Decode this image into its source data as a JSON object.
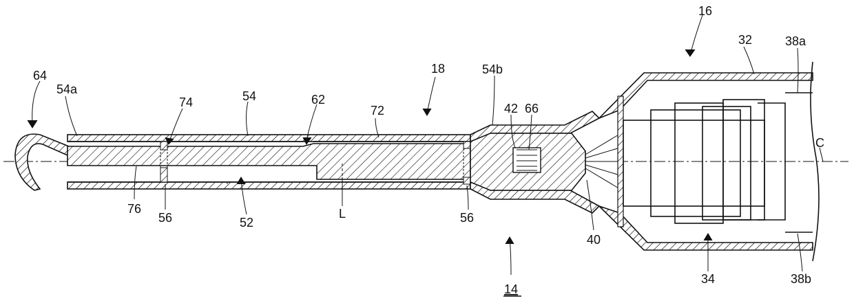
{
  "labels": {
    "l64": "64",
    "l54a": "54a",
    "l74": "74",
    "l54": "54",
    "l62": "62",
    "l18": "18",
    "l72": "72",
    "l54b": "54b",
    "l42": "42",
    "l66": "66",
    "l16": "16",
    "l32": "32",
    "l38a": "38a",
    "lC": "C",
    "l76": "76",
    "l56a": "56",
    "l52": "52",
    "lL": "L",
    "l56b": "56",
    "l14": "14",
    "l40": "40",
    "l34": "34",
    "l38b": "38b"
  }
}
